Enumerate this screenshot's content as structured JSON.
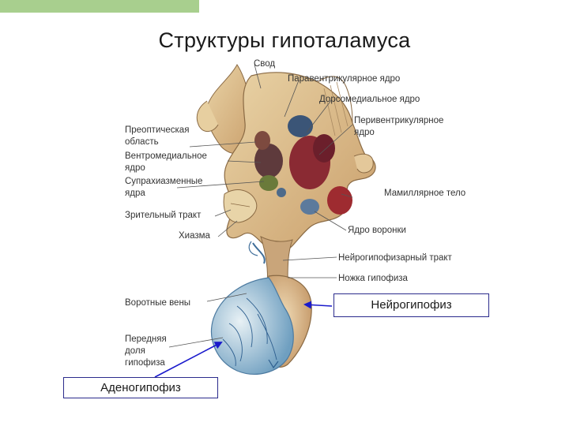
{
  "header": {
    "title": "Структуры гипоталамуса"
  },
  "colors": {
    "accent_bar": "#a8cf8e",
    "arrow": "#1a1acc",
    "box_border": "#2b2b8c"
  },
  "labels": {
    "svod": "Свод",
    "paraventricular": "Паравентрикулярное ядро",
    "dorsomedial": "Дорсомедиальное ядро",
    "periventricular_1": "Перивентрикулярное",
    "periventricular_2": "ядро",
    "preoptic_1": "Преоптическая",
    "preoptic_2": "область",
    "ventromedial_1": "Вентромедиальное",
    "ventromedial_2": "ядро",
    "suprachiasmatic_1": "Супрахиазменные",
    "suprachiasmatic_2": "ядра",
    "mamillary": "Мамиллярное тело",
    "optic_tract": "Зрительный тракт",
    "infundibular": "Ядро воронки",
    "chiasm": "Хиазма",
    "neurohypophyseal_tract": "Нейрогипофизарный тракт",
    "pituitary_stalk": "Ножка гипофиза",
    "portal_veins": "Воротные вены",
    "anterior_lobe_1": "Передняя",
    "anterior_lobe_2": "доля",
    "anterior_lobe_3": "гипофиза"
  },
  "boxes": {
    "neurohypophysis": "Нейрогипофиз",
    "adenohypophysis": "Аденогипофиз"
  }
}
